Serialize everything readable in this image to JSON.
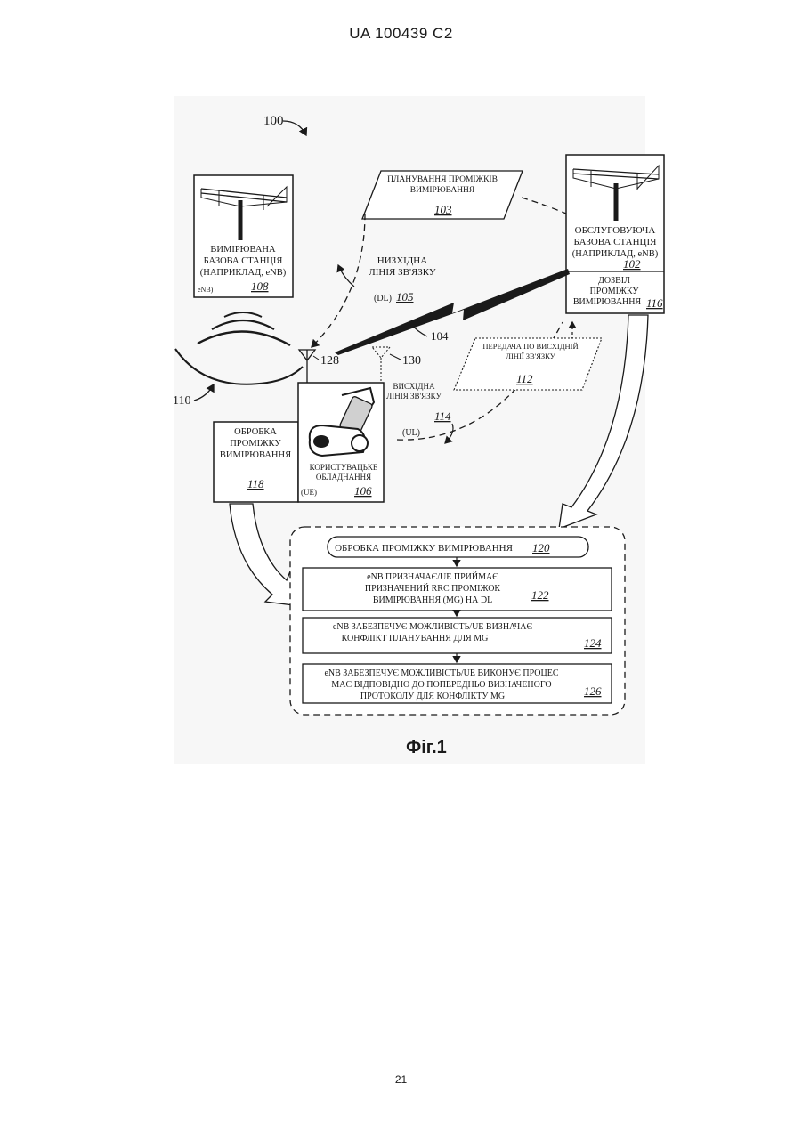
{
  "header": {
    "patent": "UA  100439  C2"
  },
  "page_number": "21",
  "figure": {
    "caption": "Фіг.1",
    "system_ref": "100",
    "measured_bs": {
      "line1": "ВИМІРЮВАНА",
      "line2": "БАЗОВА СТАНЦІЯ",
      "line3": "(НАПРИКЛАД, eNB)",
      "tag": "eNB)",
      "ref": "108"
    },
    "serving_bs": {
      "line1": "ОБСЛУГОВУЮЧА",
      "line2": "БАЗОВА СТАНЦІЯ",
      "line3": "(НАПРИКЛАД, eNB)",
      "ref": "102"
    },
    "gap_permission": {
      "line1": "ДОЗВІЛ",
      "line2": "ПРОМІЖКУ",
      "line3": "ВИМІРЮВАННЯ",
      "ref": "116"
    },
    "gap_planning": {
      "line1": "ПЛАНУВАННЯ ПРОМІЖКІВ",
      "line2": "ВИМІРЮВАННЯ",
      "ref": "103"
    },
    "downlink": {
      "line1": "НИЗХІДНА",
      "line2": "ЛІНІЯ ЗВ'ЯЗКУ",
      "abbr": "(DL)",
      "ref": "105",
      "link_ref": "104"
    },
    "uplink_tx": {
      "line1": "ПЕРЕДАЧА ПО ВИСХІДНІЙ",
      "line2": "ЛІНІЇ ЗВ'ЯЗКУ",
      "ref": "112"
    },
    "uplink": {
      "line1": "ВИСХІДНА",
      "line2": "ЛІНІЯ ЗВ'ЯЗКУ",
      "abbr": "(UL)",
      "ref": "114"
    },
    "antenna1_ref": "128",
    "antenna2_ref": "130",
    "waves_ref": "110",
    "gap_processing": {
      "line1": "ОБРОБКА",
      "line2": "ПРОМІЖКУ",
      "line3": "ВИМІРЮВАННЯ",
      "ref": "118"
    },
    "ue": {
      "line1": "КОРИСТУВАЦЬКЕ",
      "line2": "ОБЛАДНАННЯ",
      "abbr": "(UE)",
      "ref": "106"
    },
    "process": {
      "title": "ОБРОБКА ПРОМІЖКУ ВИМІРЮВАННЯ",
      "ref": "120",
      "steps": [
        {
          "line1": "eNB ПРИЗНАЧАЄ/UE ПРИЙМАЄ",
          "line2": "ПРИЗНАЧЕНИЙ RRC ПРОМІЖОК",
          "line3": "ВИМІРЮВАННЯ (MG) НА DL",
          "ref": "122"
        },
        {
          "line1": "eNB ЗАБЕЗПЕЧУЄ МОЖЛИВІСТЬ/UE ВИЗНАЧАЄ",
          "line2": "КОНФЛІКТ ПЛАНУВАННЯ ДЛЯ MG",
          "line3": "",
          "ref": "124"
        },
        {
          "line1": "eNB ЗАБЕЗПЕЧУЄ МОЖЛИВІСТЬ/UE ВИКОНУЄ ПРОЦЕС",
          "line2": "MAC ВІДПОВІДНО ДО ПОПЕРЕДНЬО ВИЗНАЧЕНОГО",
          "line3": "ПРОТОКОЛУ ДЛЯ КОНФЛІКТУ MG",
          "ref": "126"
        }
      ]
    }
  }
}
